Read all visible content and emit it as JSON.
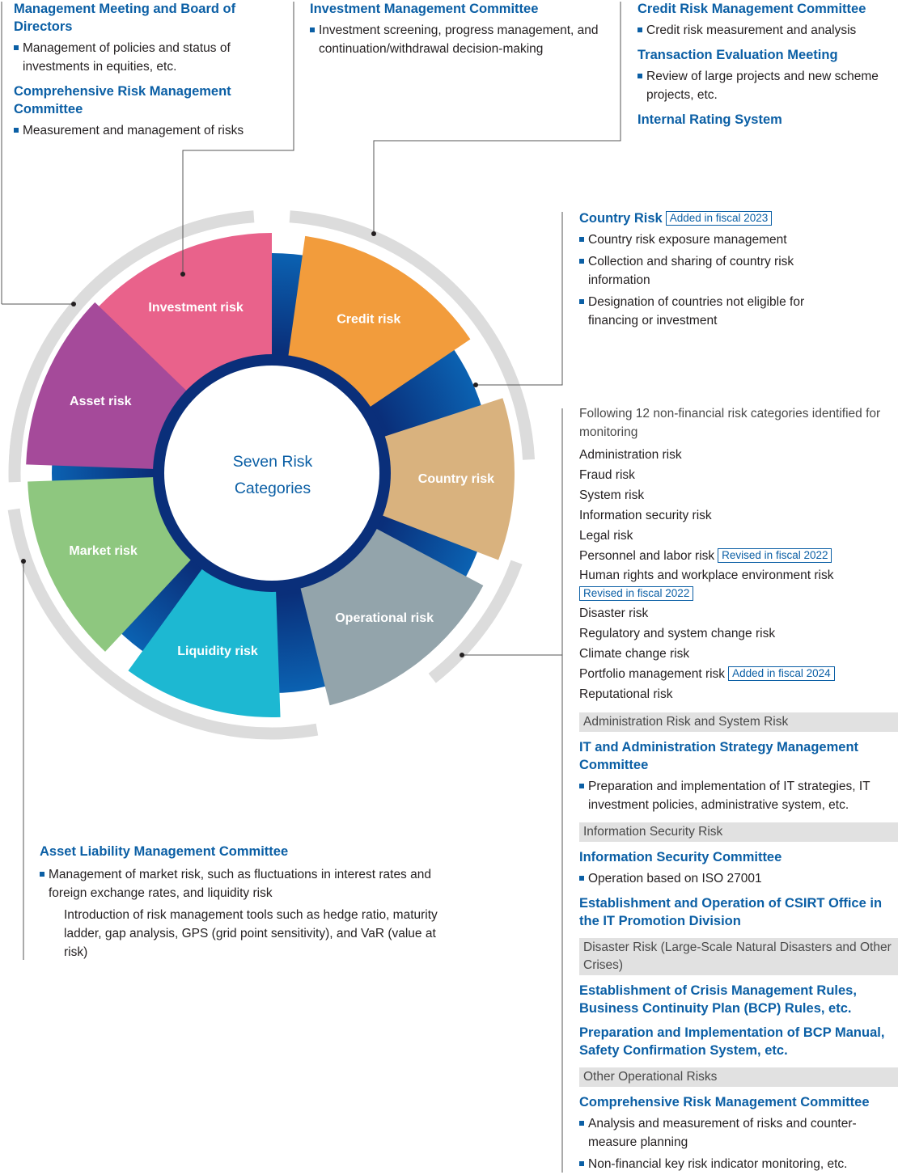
{
  "center": {
    "line1": "Seven Risk",
    "line2": "Categories"
  },
  "segments": [
    {
      "label": "Investment risk",
      "color": "#e9628b"
    },
    {
      "label": "Credit risk",
      "color": "#f29c3c"
    },
    {
      "label": "Country risk",
      "color": "#d9b27e"
    },
    {
      "label": "Operational risk",
      "color": "#93a4ab"
    },
    {
      "label": "Liquidity risk",
      "color": "#1db8d2"
    },
    {
      "label": "Market risk",
      "color": "#8ec77f"
    },
    {
      "label": "Asset risk",
      "color": "#a54a9a"
    }
  ],
  "colors": {
    "heading": "#0b5fa5",
    "ring_blue": "#0c56a3",
    "ring_dark": "#0a2f7a",
    "section_bg": "#e1e1e1",
    "arc_gray": "#dcdcdc"
  },
  "top_left": {
    "heading1": "Management Meeting and Board of Directors",
    "item1": "Management of policies and status of investments in equities, etc.",
    "heading2": "Comprehensive Risk Management Committee",
    "item2": "Measurement and management of risks"
  },
  "top_middle": {
    "heading": "Investment Management Committee",
    "item": "Investment screening, progress management, and continuation/withdrawal decision-making"
  },
  "top_right": {
    "heading1": "Credit Risk Management Committee",
    "item1": "Credit risk measurement and analysis",
    "heading2": "Transaction Evaluation Meeting",
    "item2": "Review of large projects and new scheme projects, etc.",
    "heading3": "Internal Rating System"
  },
  "country": {
    "heading": "Country Risk",
    "badge": "Added in fiscal 2023",
    "items": [
      "Country risk exposure management",
      "Collection and sharing of country risk information",
      "Designation of countries not eligible for financing or investment"
    ]
  },
  "operational": {
    "intro": "Following 12 non-financial risk categories identified for monitoring",
    "risks": [
      {
        "label": "Administration risk",
        "badge": ""
      },
      {
        "label": "Fraud risk",
        "badge": ""
      },
      {
        "label": "System risk",
        "badge": ""
      },
      {
        "label": "Information security risk",
        "badge": ""
      },
      {
        "label": "Legal risk",
        "badge": ""
      },
      {
        "label": "Personnel and labor risk",
        "badge": "Revised in fiscal 2022"
      },
      {
        "label": "Human rights and workplace environment risk",
        "badge": "Revised in fiscal 2022"
      },
      {
        "label": "Disaster risk",
        "badge": ""
      },
      {
        "label": "Regulatory and system change risk",
        "badge": ""
      },
      {
        "label": "Climate change risk",
        "badge": ""
      },
      {
        "label": "Portfolio management risk",
        "badge": "Added in fiscal 2024"
      },
      {
        "label": "Reputational risk",
        "badge": ""
      }
    ],
    "sec1": {
      "title": "Administration Risk and System Risk",
      "heading": "IT and Administration Strategy Management Committee",
      "item": "Preparation and implementation of IT strategies, IT investment policies, administrative system, etc."
    },
    "sec2": {
      "title": "Information Security Risk",
      "heading1": "Information Security Committee",
      "item1": "Operation based on ISO 27001",
      "heading2": "Establishment and Operation of CSIRT Office in the IT Promotion Division"
    },
    "sec3": {
      "title": "Disaster Risk (Large-Scale Natural Disasters and Other Crises)",
      "heading1": "Establishment of Crisis Management Rules, Business Continuity Plan (BCP) Rules, etc.",
      "heading2": "Preparation and Implementation of BCP Manual, Safety Confirmation System, etc."
    },
    "sec4": {
      "title": "Other Operational Risks",
      "heading": "Comprehensive Risk Management Committee",
      "item1": "Analysis and measurement of risks and counter-measure planning",
      "item2": "Non-financial key risk indicator monitoring, etc."
    }
  },
  "market": {
    "heading": "Asset Liability Management Committee",
    "item": "Management of market risk, such as fluctuations in interest rates and foreign exchange rates, and liquidity risk",
    "sub": "Introduction of risk management tools such as hedge ratio, maturity ladder, gap analysis, GPS (grid point sensitivity), and VaR (value at risk)"
  }
}
